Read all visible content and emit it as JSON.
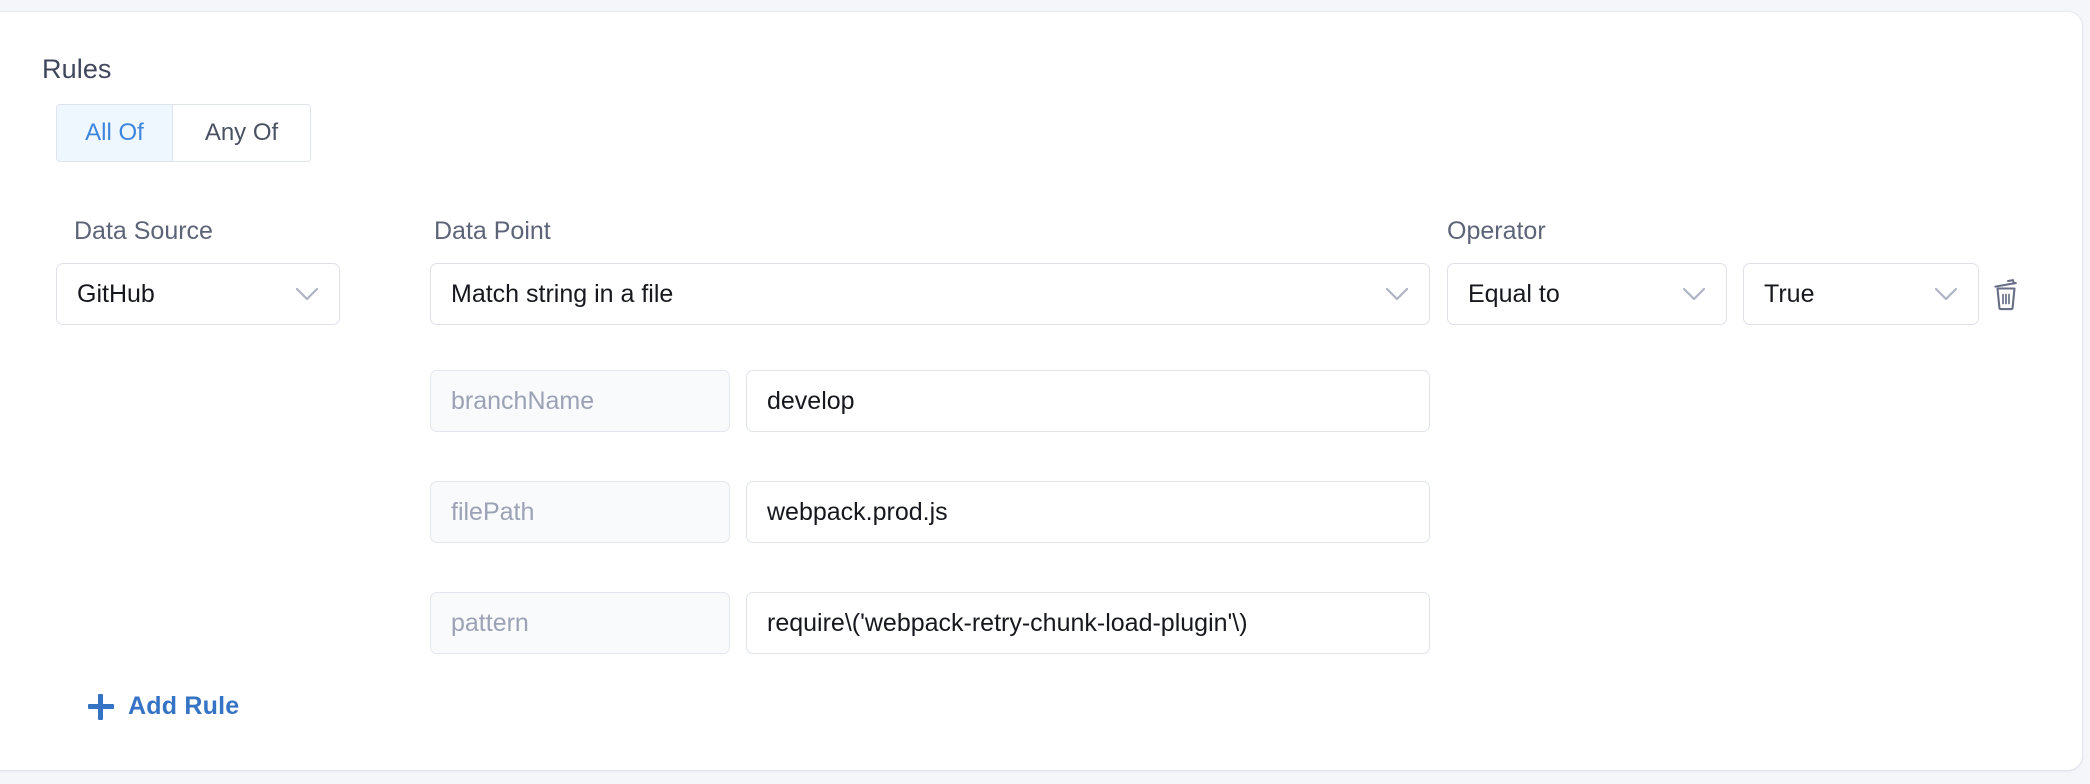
{
  "section": {
    "title": "Rules"
  },
  "match_toggle": {
    "options": [
      {
        "label": "All Of",
        "active": true
      },
      {
        "label": "Any Of",
        "active": false
      }
    ]
  },
  "columns": {
    "data_source": "Data Source",
    "data_point": "Data Point",
    "operator": "Operator"
  },
  "rule": {
    "data_source": {
      "value": "GitHub",
      "icon": "chevron-down-icon"
    },
    "data_point": {
      "value": "Match string in a file",
      "icon": "chevron-down-icon"
    },
    "operator": {
      "value": "Equal to",
      "icon": "chevron-down-icon"
    },
    "comparison_value": {
      "value": "True",
      "icon": "chevron-down-icon"
    },
    "delete": {
      "icon": "trash-icon"
    },
    "parameters": [
      {
        "key": "branchName",
        "value": "develop"
      },
      {
        "key": "filePath",
        "value": "webpack.prod.js"
      },
      {
        "key": "pattern",
        "value": "require\\('webpack-retry-chunk-load-plugin'\\)"
      }
    ]
  },
  "actions": {
    "add_rule": {
      "label": "Add Rule",
      "icon": "plus-icon"
    }
  },
  "colors": {
    "accent_blue": "#3573c4",
    "toggle_active_bg": "#eff7fe",
    "toggle_active_text": "#3d85dd",
    "border": "#dfe1ea",
    "page_bg": "#f5f6fa",
    "text_primary": "#16181d",
    "text_label": "#5d6478",
    "text_placeholder": "#9ba2b5"
  }
}
